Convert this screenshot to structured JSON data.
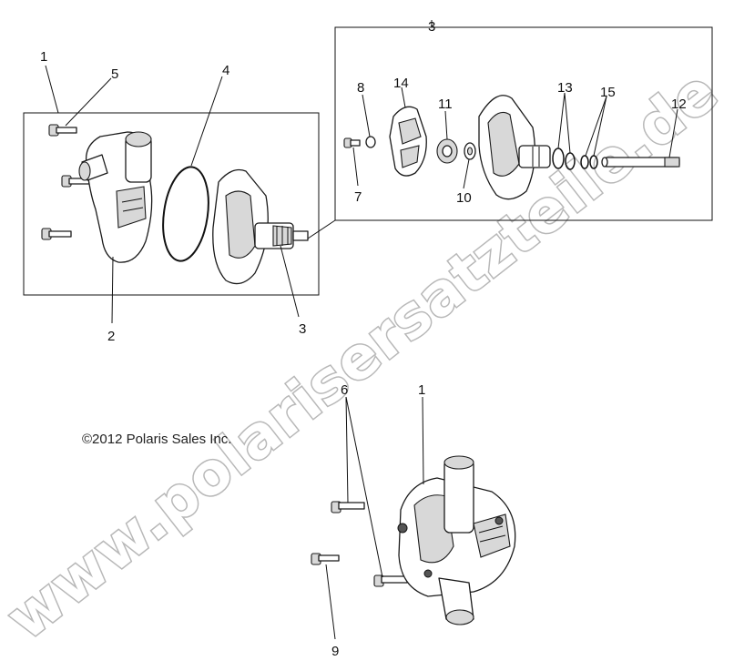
{
  "copyright": "©2012 Polaris Sales Inc.",
  "watermark": "www.polarisersatzteile.de",
  "callouts": {
    "c1_top": "1",
    "c5": "5",
    "c4": "4",
    "c2": "2",
    "c3_left": "3",
    "c3_top": "3",
    "c8": "8",
    "c14": "14",
    "c11": "11",
    "c13": "13",
    "c15": "15",
    "c12": "12",
    "c7": "7",
    "c10": "10",
    "c6": "6",
    "c1_bottom": "1",
    "c9": "9"
  }
}
